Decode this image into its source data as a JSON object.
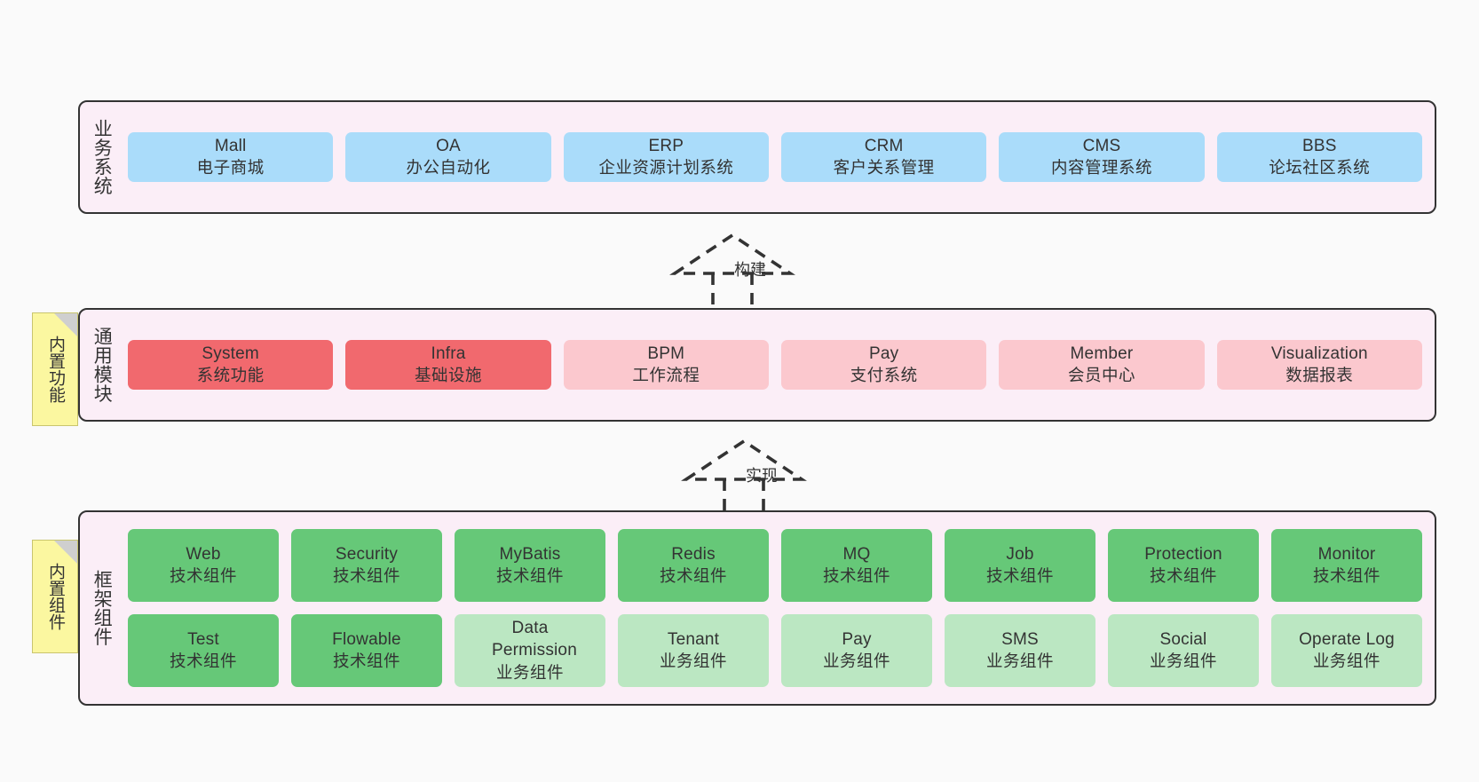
{
  "diagram": {
    "title": "系统架构分层图",
    "background_color": "#fafafa",
    "band_fill_color": "#fbeef7",
    "band_border_color": "#333333",
    "note_fill_color": "#fbf7a0"
  },
  "notes": [
    {
      "id": "note-builtin-function",
      "label": "内置功能"
    },
    {
      "id": "note-builtin-component",
      "label": "内置组件"
    }
  ],
  "connectors": [
    {
      "id": "connector-build",
      "label": "构建",
      "style": "dashed-generalization"
    },
    {
      "id": "connector-implement",
      "label": "实现",
      "style": "dashed-generalization"
    }
  ],
  "bands": [
    {
      "id": "band-business-systems",
      "title": "业务系统",
      "rows": [
        {
          "cards": [
            {
              "en": "Mall",
              "cn": "电子商城",
              "color": "#aadcfa",
              "variant": "c-blue"
            },
            {
              "en": "OA",
              "cn": "办公自动化",
              "color": "#aadcfa",
              "variant": "c-blue"
            },
            {
              "en": "ERP",
              "cn": "企业资源计划系统",
              "color": "#aadcfa",
              "variant": "c-blue"
            },
            {
              "en": "CRM",
              "cn": "客户关系管理",
              "color": "#aadcfa",
              "variant": "c-blue"
            },
            {
              "en": "CMS",
              "cn": "内容管理系统",
              "color": "#aadcfa",
              "variant": "c-blue"
            },
            {
              "en": "BBS",
              "cn": "论坛社区系统",
              "color": "#aadcfa",
              "variant": "c-blue"
            }
          ]
        }
      ]
    },
    {
      "id": "band-common-modules",
      "title": "通用模块",
      "rows": [
        {
          "cards": [
            {
              "en": "System",
              "cn": "系统功能",
              "color": "#f1696e",
              "variant": "c-red"
            },
            {
              "en": "Infra",
              "cn": "基础设施",
              "color": "#f1696e",
              "variant": "c-red"
            },
            {
              "en": "BPM",
              "cn": "工作流程",
              "color": "#fbc8ce",
              "variant": "c-pink"
            },
            {
              "en": "Pay",
              "cn": "支付系统",
              "color": "#fbc8ce",
              "variant": "c-pink"
            },
            {
              "en": "Member",
              "cn": "会员中心",
              "color": "#fbc8ce",
              "variant": "c-pink"
            },
            {
              "en": "Visualization",
              "cn": "数据报表",
              "color": "#fbc8ce",
              "variant": "c-pink"
            }
          ]
        }
      ]
    },
    {
      "id": "band-framework-components",
      "title": "框架组件",
      "rows": [
        {
          "cards": [
            {
              "en": "Web",
              "cn": "技术组件",
              "color": "#66c878",
              "variant": "c-green"
            },
            {
              "en": "Security",
              "cn": "技术组件",
              "color": "#66c878",
              "variant": "c-green"
            },
            {
              "en": "MyBatis",
              "cn": "技术组件",
              "color": "#66c878",
              "variant": "c-green"
            },
            {
              "en": "Redis",
              "cn": "技术组件",
              "color": "#66c878",
              "variant": "c-green"
            },
            {
              "en": "MQ",
              "cn": "技术组件",
              "color": "#66c878",
              "variant": "c-green"
            },
            {
              "en": "Job",
              "cn": "技术组件",
              "color": "#66c878",
              "variant": "c-green"
            },
            {
              "en": "Protection",
              "cn": "技术组件",
              "color": "#66c878",
              "variant": "c-green"
            },
            {
              "en": "Monitor",
              "cn": "技术组件",
              "color": "#66c878",
              "variant": "c-green"
            }
          ]
        },
        {
          "cards": [
            {
              "en": "Test",
              "cn": "技术组件",
              "color": "#66c878",
              "variant": "c-green"
            },
            {
              "en": "Flowable",
              "cn": "技术组件",
              "color": "#66c878",
              "variant": "c-green"
            },
            {
              "en": "Data Permission",
              "cn": "业务组件",
              "color": "#bbe7c2",
              "variant": "c-lightgreen"
            },
            {
              "en": "Tenant",
              "cn": "业务组件",
              "color": "#bbe7c2",
              "variant": "c-lightgreen"
            },
            {
              "en": "Pay",
              "cn": "业务组件",
              "color": "#bbe7c2",
              "variant": "c-lightgreen"
            },
            {
              "en": "SMS",
              "cn": "业务组件",
              "color": "#bbe7c2",
              "variant": "c-lightgreen"
            },
            {
              "en": "Social",
              "cn": "业务组件",
              "color": "#bbe7c2",
              "variant": "c-lightgreen"
            },
            {
              "en": "Operate Log",
              "cn": "业务组件",
              "color": "#bbe7c2",
              "variant": "c-lightgreen"
            }
          ]
        }
      ]
    }
  ]
}
